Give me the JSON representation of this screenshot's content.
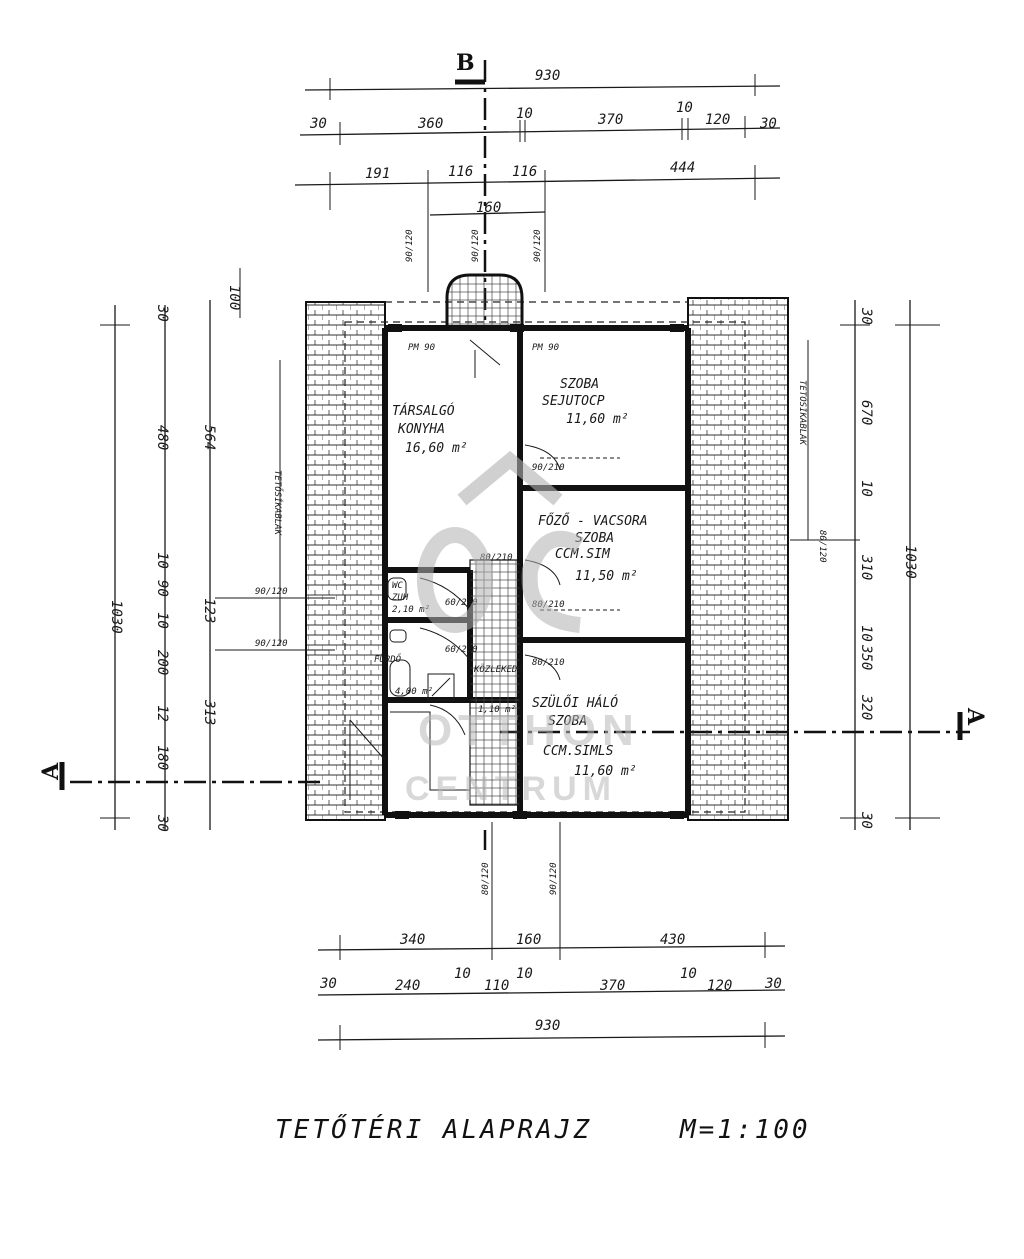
{
  "title": "TETŐTÉRI ALAPRAJZ",
  "scale": "M=1:100",
  "section_markers": {
    "top": "B",
    "right": "A",
    "left": "A"
  },
  "watermark": {
    "line1": "OTTHON",
    "line2": "CENTRUM"
  },
  "rooms": [
    {
      "name": "TÁRSALGÓ",
      "sub": "KONYHA",
      "area": "16,60 m²"
    },
    {
      "name": "SZOBA",
      "sub": "SEJUTOCP",
      "area": "11,60 m²"
    },
    {
      "name": "FŐZŐ - VACSORA",
      "sub": "SZOBA",
      "extra": "CCM.SIM",
      "area": "11,50 m²"
    },
    {
      "name": "WC",
      "sub": "ZUH",
      "area": "2,10 m²"
    },
    {
      "name": "FÜRDŐ",
      "area": "4,00 m²"
    },
    {
      "name": "KÖZLEKEDŐ",
      "area": "1,10 m²"
    },
    {
      "name": "SZÜLŐI HÁLÓ",
      "sub": "SZOBA",
      "extra": "CCM.SIMLS",
      "area": "11,60 m²"
    }
  ],
  "roof_labels": {
    "left": "TETŐSÍKABLAK",
    "right": "TETŐSÍKABLAK"
  },
  "dims_top": {
    "row1": [
      "930"
    ],
    "row2": [
      "30",
      "360",
      "10",
      "370",
      "10",
      "120",
      "30"
    ],
    "row3": [
      "191",
      "116",
      "116",
      "444"
    ],
    "row4": [
      "160"
    ],
    "openings": [
      "90/120",
      "90/120",
      "90/120"
    ]
  },
  "dims_bottom": {
    "row1": [
      "340",
      "160",
      "430"
    ],
    "row2": [
      "30",
      "240",
      "10",
      "110",
      "10",
      "370",
      "10",
      "120",
      "30"
    ],
    "row3": [
      "930"
    ],
    "openings": [
      "80/120",
      "90/120"
    ]
  },
  "dims_left": {
    "outer": [
      "1030"
    ],
    "mid": [
      "30",
      "480",
      "10",
      "90",
      "10",
      "200",
      "12",
      "180",
      "30"
    ],
    "inner": [
      "100",
      "564",
      "123",
      "313"
    ],
    "openings": [
      "90/120",
      "90/120"
    ]
  },
  "dims_right": {
    "outer": [
      "1030"
    ],
    "mid": [
      "30",
      "670",
      "10",
      "310",
      "10",
      "350",
      "320",
      "30"
    ],
    "inner": [
      "80/120"
    ]
  },
  "door_labels": [
    "PM 90",
    "PM 90",
    "90/210",
    "80/210",
    "80/210",
    "80/210",
    "60/210",
    "60/210"
  ]
}
